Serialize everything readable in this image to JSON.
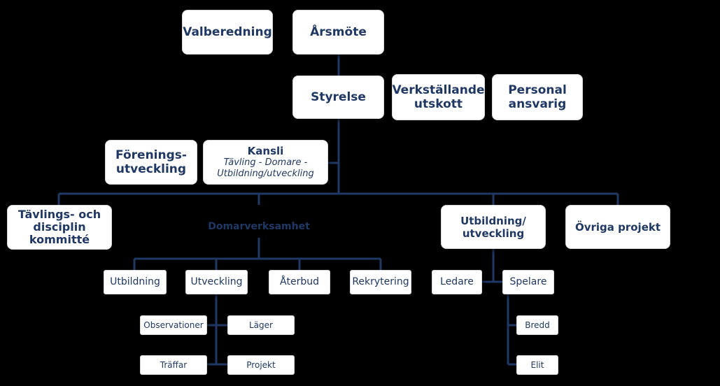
{
  "top": {
    "valberedning": "Valberedning",
    "arsmote": "Årsmöte"
  },
  "level2": {
    "styrelse": "Styrelse",
    "verkstallande_line1": "Verkställande",
    "verkstallande_line2": "utskott",
    "personal_line1": "Personal",
    "personal_line2": "ansvarig"
  },
  "level3": {
    "forenings_line1": "Förenings-",
    "forenings_line2": "utveckling",
    "kansli_title": "Kansli",
    "kansli_sub1": "Tävling - Domare -",
    "kansli_sub2": "Utbildning/utveckling"
  },
  "level4": {
    "tavlings_line1": "Tävlings- och",
    "tavlings_line2": "disciplin",
    "tavlings_line3": "kommitté",
    "domarverksamhet": "Domarverksamhet",
    "utbildning_line1": "Utbildning/",
    "utbildning_line2": "utveckling",
    "ovriga": "Övriga projekt"
  },
  "domare": {
    "utbildning": "Utbildning",
    "utveckling": "Utveckling",
    "aterbud": "Återbud",
    "rekrytering": "Rekrytering",
    "observationer": "Observationer",
    "lager": "Läger",
    "traffar": "Träffar",
    "projekt": "Projekt"
  },
  "utb": {
    "ledare": "Ledare",
    "spelare": "Spelare",
    "bredd": "Bredd",
    "elit": "Elit"
  },
  "colors": {
    "background": "#000000",
    "box": "#ffffff",
    "text": "#1f3864",
    "connector": "#1f3864"
  }
}
